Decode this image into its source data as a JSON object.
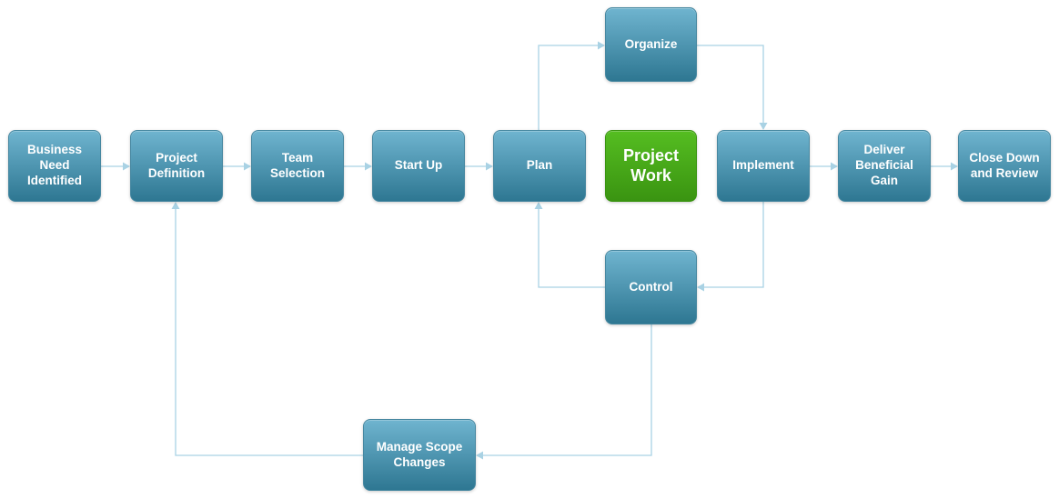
{
  "diagram": {
    "type": "flowchart",
    "subject": "Project management process",
    "nodes": [
      {
        "id": "business-need-identified",
        "label": "Business Need Identified",
        "color": "teal"
      },
      {
        "id": "project-definition",
        "label": "Project Definition",
        "color": "teal"
      },
      {
        "id": "team-selection",
        "label": "Team Selection",
        "color": "teal"
      },
      {
        "id": "start-up",
        "label": "Start Up",
        "color": "teal"
      },
      {
        "id": "plan",
        "label": "Plan",
        "color": "teal"
      },
      {
        "id": "project-work",
        "label": "Project Work",
        "color": "green"
      },
      {
        "id": "implement",
        "label": "Implement",
        "color": "teal"
      },
      {
        "id": "deliver-beneficial-gain",
        "label": "Deliver Beneficial Gain",
        "color": "teal"
      },
      {
        "id": "close-down-and-review",
        "label": "Close Down and Review",
        "color": "teal"
      },
      {
        "id": "organize",
        "label": "Organize",
        "color": "teal"
      },
      {
        "id": "control",
        "label": "Control",
        "color": "teal"
      },
      {
        "id": "manage-scope-changes",
        "label": "Manage Scope Changes",
        "color": "teal"
      }
    ],
    "edges": [
      {
        "from": "business-need-identified",
        "to": "project-definition"
      },
      {
        "from": "project-definition",
        "to": "team-selection"
      },
      {
        "from": "team-selection",
        "to": "start-up"
      },
      {
        "from": "start-up",
        "to": "plan"
      },
      {
        "from": "plan",
        "to": "organize"
      },
      {
        "from": "organize",
        "to": "implement"
      },
      {
        "from": "implement",
        "to": "deliver-beneficial-gain"
      },
      {
        "from": "deliver-beneficial-gain",
        "to": "close-down-and-review"
      },
      {
        "from": "implement",
        "to": "control"
      },
      {
        "from": "control",
        "to": "plan"
      },
      {
        "from": "control",
        "to": "manage-scope-changes"
      },
      {
        "from": "manage-scope-changes",
        "to": "project-definition"
      }
    ],
    "colors": {
      "teal_top": "#6FB4CF",
      "teal_bottom": "#2E7792",
      "teal_border": "#4687A0",
      "green_top": "#55BD21",
      "green_bottom": "#3A9411",
      "green_border": "#38930F",
      "connector": "#A9D2E4"
    }
  }
}
